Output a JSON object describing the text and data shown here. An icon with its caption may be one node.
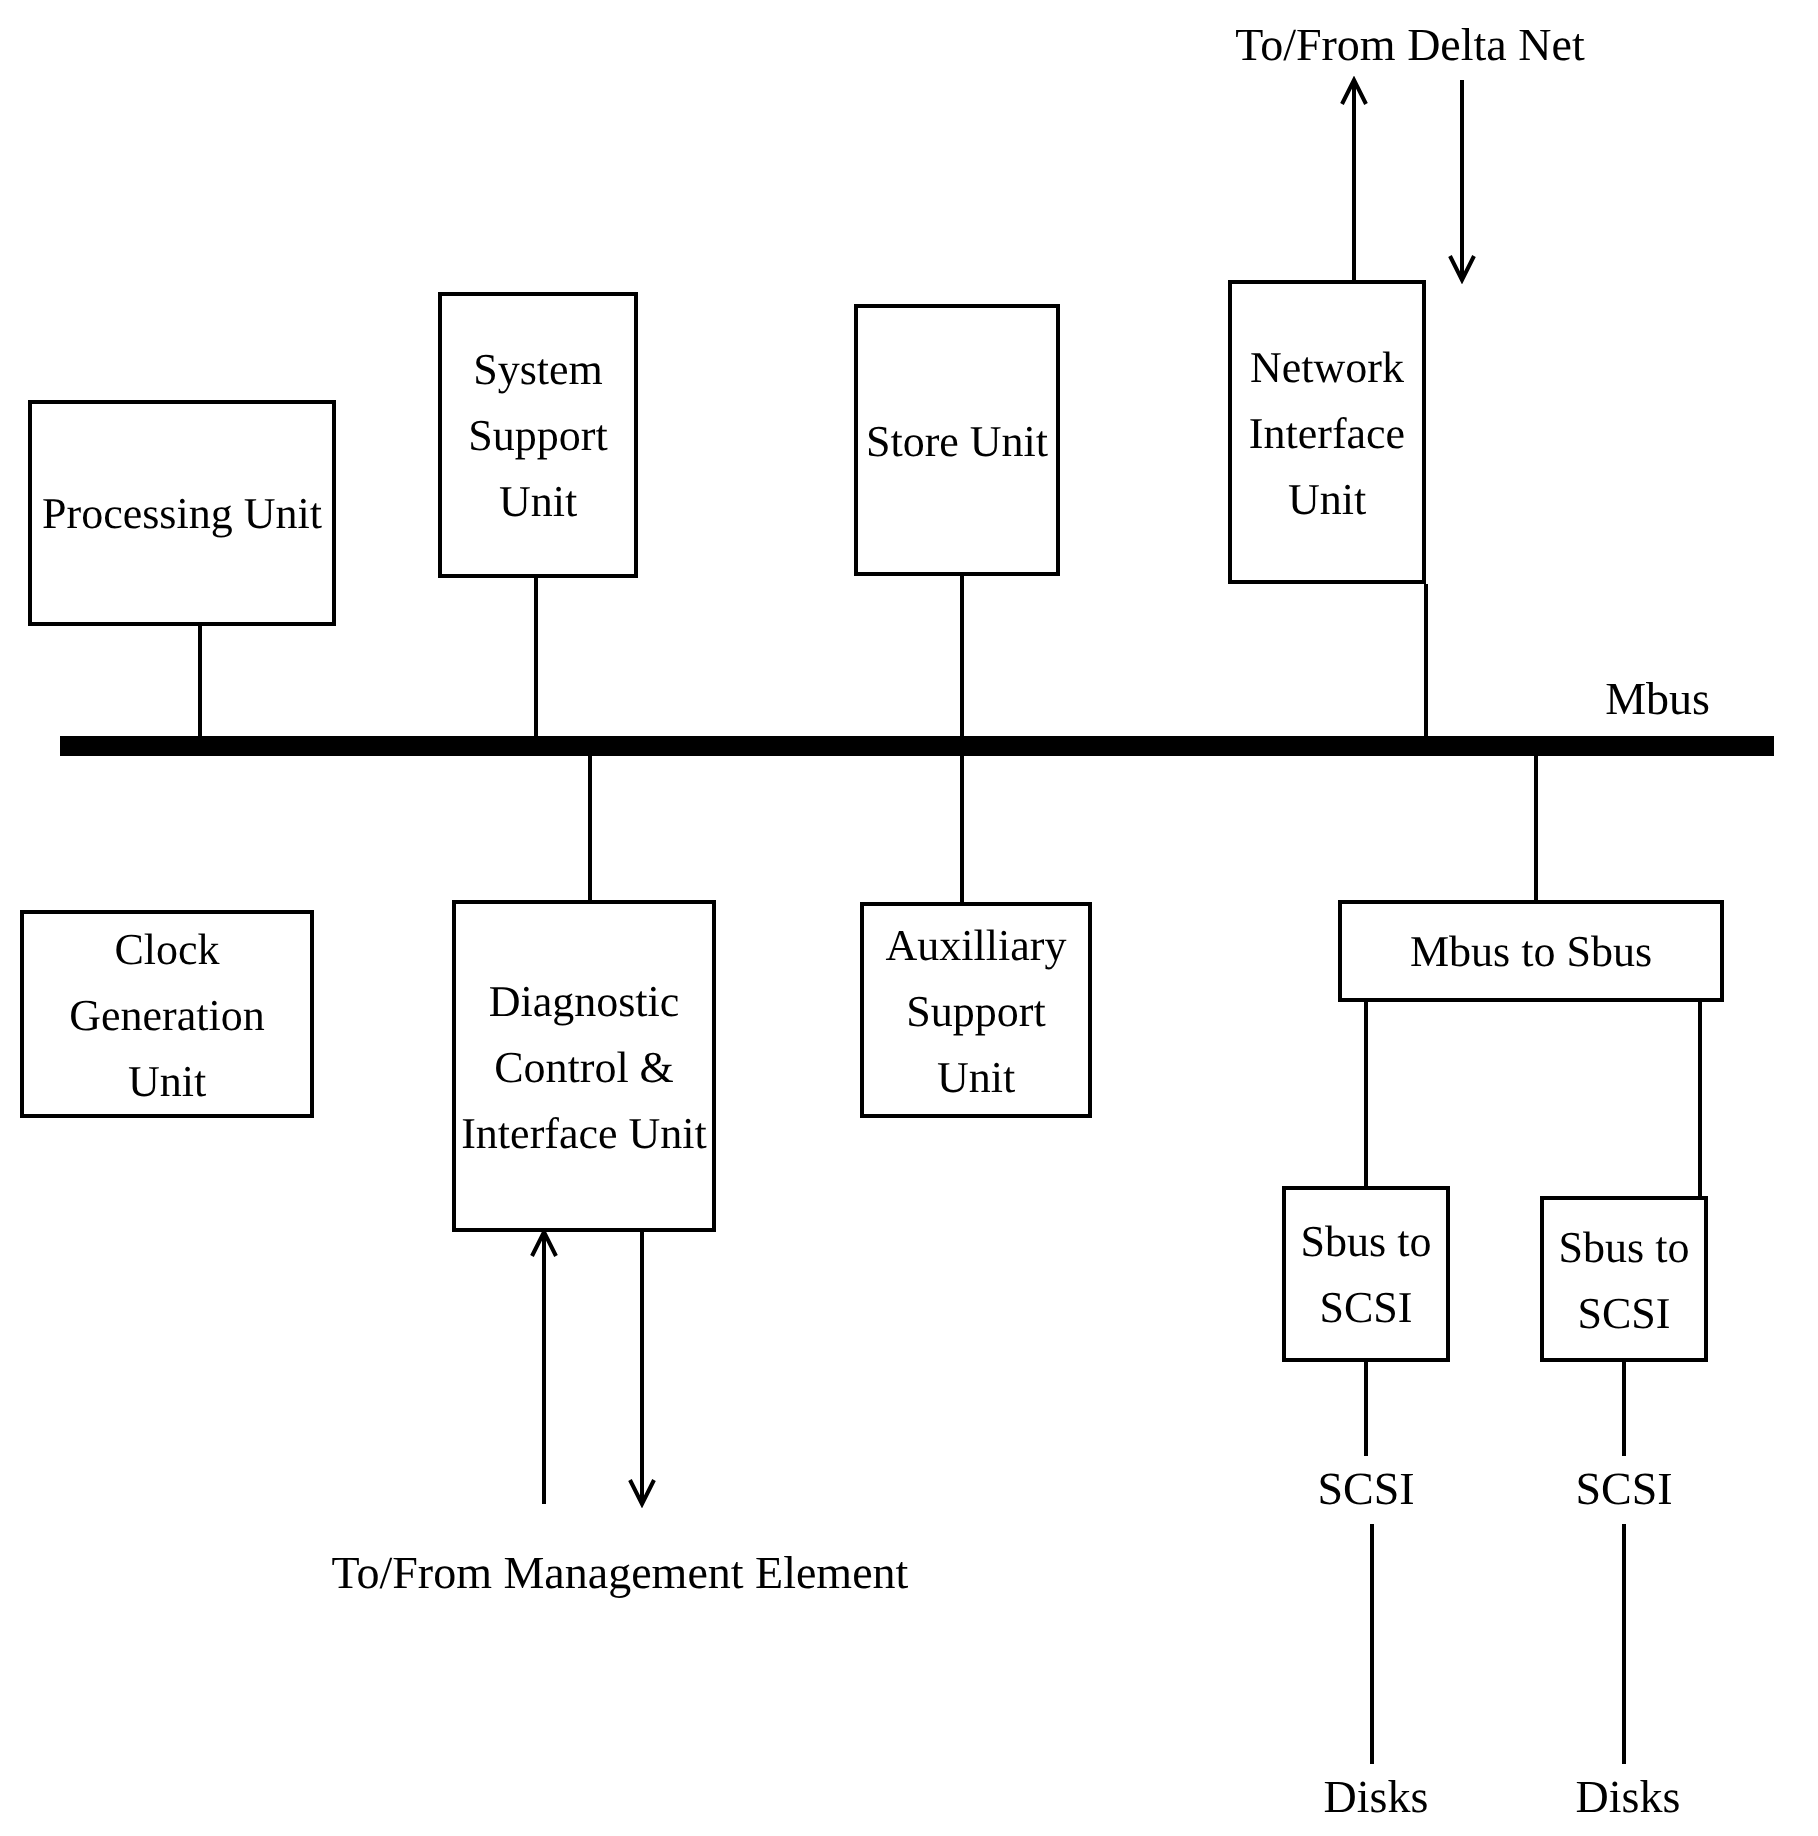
{
  "diagram": {
    "nodes": [
      {
        "text": [
          "Processing Unit"
        ]
      },
      {
        "text": [
          "System Support Unit"
        ]
      },
      {
        "text": [
          "Store Unit"
        ]
      },
      {
        "text": [
          "Network Interface Unit"
        ]
      },
      {
        "text": [
          "Mbus"
        ]
      },
      {
        "text": [
          "Clock Generation Unit"
        ]
      },
      {
        "text": [
          "Diagnostic Control & Interface Unit"
        ]
      },
      {
        "text": [
          "Auxilliary Support Unit"
        ]
      },
      {
        "text": [
          "Mbus to Sbus"
        ]
      },
      {
        "text": [
          "Sbus to SCSI"
        ]
      },
      {
        "text": [
          "Sbus to SCSI"
        ]
      },
      {
        "text": [
          "SCSI"
        ]
      },
      {
        "text": [
          "SCSI"
        ]
      },
      {
        "text": [
          "Disks"
        ]
      },
      {
        "text": [
          "Disks"
        ]
      },
      {
        "text": [
          "To/From Delta Net"
        ]
      },
      {
        "text": [
          "To/From Management Element"
        ]
      }
    ],
    "edges": [
      {
        "from": 0,
        "to": 4,
        "arrow": "none"
      },
      {
        "from": 1,
        "to": 4,
        "arrow": "none"
      },
      {
        "from": 2,
        "to": 4,
        "arrow": "none"
      },
      {
        "from": 3,
        "to": 4,
        "arrow": "none"
      },
      {
        "from": 4,
        "to": 6,
        "arrow": "none"
      },
      {
        "from": 4,
        "to": 7,
        "arrow": "none"
      },
      {
        "from": 4,
        "to": 8,
        "arrow": "none"
      },
      {
        "from": 8,
        "to": 9,
        "arrow": "none"
      },
      {
        "from": 8,
        "to": 10,
        "arrow": "none"
      },
      {
        "from": 9,
        "to": 11,
        "arrow": "none"
      },
      {
        "from": 10,
        "to": 12,
        "arrow": "none"
      },
      {
        "from": 11,
        "to": 13,
        "arrow": "none"
      },
      {
        "from": 12,
        "to": 14,
        "arrow": "none"
      },
      {
        "from": 3,
        "to": 15,
        "arrow": "to"
      },
      {
        "from": 15,
        "to": 3,
        "arrow": "to"
      },
      {
        "from": 16,
        "to": 6,
        "arrow": "to"
      },
      {
        "from": 6,
        "to": 16,
        "arrow": "to"
      }
    ]
  }
}
